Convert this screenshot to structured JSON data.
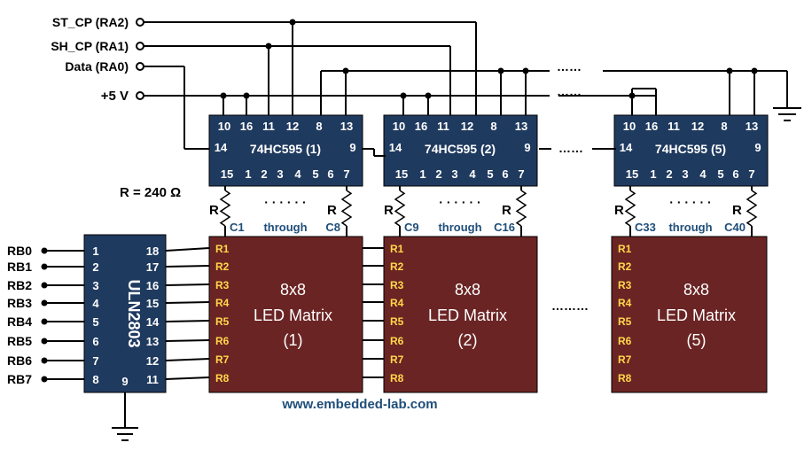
{
  "inputs": {
    "st_cp": "ST_CP (RA2)",
    "sh_cp": "SH_CP (RA1)",
    "data": "Data (RA0)",
    "vcc": "+5 V"
  },
  "shift_register": {
    "top_pins": [
      "10",
      "16",
      "11",
      "12",
      "8",
      "13"
    ],
    "bottom_pins": [
      "15",
      "1",
      "2",
      "3",
      "4",
      "5",
      "6",
      "7"
    ],
    "pin_in": "14",
    "pin_out": "9",
    "chips": [
      "74HC595 (1)",
      "74HC595 (2)",
      "74HC595 (5)"
    ]
  },
  "resistor_label": "R = 240 Ω",
  "r": "R",
  "dots": "· · · · · ·",
  "ellipsis": "……",
  "ellipsis_long": "………",
  "column_labels": [
    {
      "from": "C1",
      "through": "through",
      "to": "C8"
    },
    {
      "from": "C9",
      "through": "through",
      "to": "C16"
    },
    {
      "from": "C33",
      "through": "through",
      "to": "C40"
    }
  ],
  "matrices": [
    {
      "line1": "8x8",
      "line2": "LED Matrix",
      "line3": "(1)"
    },
    {
      "line1": "8x8",
      "line2": "LED Matrix",
      "line3": "(2)"
    },
    {
      "line1": "8x8",
      "line2": "LED Matrix",
      "line3": "(5)"
    }
  ],
  "row_labels": [
    "R1",
    "R2",
    "R3",
    "R4",
    "R5",
    "R6",
    "R7",
    "R8"
  ],
  "driver": {
    "name": "ULN2803",
    "left_pins": [
      "1",
      "2",
      "3",
      "4",
      "5",
      "6",
      "7",
      "8"
    ],
    "right_pins": [
      "18",
      "17",
      "16",
      "15",
      "14",
      "13",
      "12",
      "11"
    ],
    "gnd_pin": "9"
  },
  "port_b": [
    "RB0",
    "RB1",
    "RB2",
    "RB3",
    "RB4",
    "RB5",
    "RB6",
    "RB7"
  ],
  "website": "www.embedded-lab.com",
  "colors": {
    "chip": "#1f3a5f",
    "matrix": "#6b2424",
    "row_text": "#ffd84a",
    "blue_text": "#1f4e79"
  }
}
